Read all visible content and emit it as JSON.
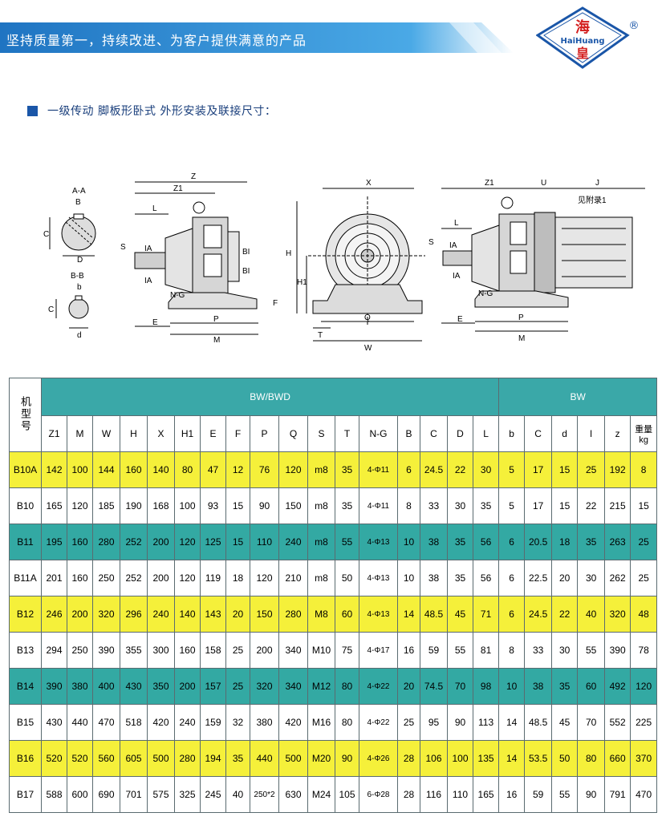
{
  "header": {
    "slogan": "坚持质量第一，持续改进、为客户提供满意的产品",
    "logo": {
      "top": "海",
      "middle": "HaiHuang",
      "bottom": "皇",
      "mark": "®"
    },
    "colors": {
      "banner": "#2f8fd6",
      "accent": "#1a56a8"
    }
  },
  "section": {
    "title": "一级传动 脚板形卧式 外形安装及联接尺寸："
  },
  "drawings": {
    "view1_labels": [
      "A-A",
      "B",
      "C",
      "D",
      "B-B",
      "b",
      "C",
      "d"
    ],
    "view2_labels": [
      "Z",
      "Z1",
      "L",
      "S",
      "IA",
      "IA",
      "BI",
      "BI",
      "N-G",
      "E",
      "P",
      "M",
      "F"
    ],
    "view3_labels": [
      "X",
      "H",
      "H1",
      "T",
      "Q",
      "W"
    ],
    "view4_labels": [
      "Z1",
      "U",
      "J",
      "见附录1",
      "L",
      "S",
      "IA",
      "IA",
      "N-G",
      "E",
      "P",
      "M"
    ]
  },
  "table": {
    "machine_header": "机型号",
    "group_bw_bwd": "BW/BWD",
    "group_bw": "BW",
    "columns": [
      "Z1",
      "M",
      "W",
      "H",
      "X",
      "H1",
      "E",
      "F",
      "P",
      "Q",
      "S",
      "T",
      "N-G",
      "B",
      "C",
      "D",
      "L",
      "b",
      "C",
      "d",
      "l",
      "z",
      "重量kg"
    ],
    "rows": [
      {
        "model": "B10A",
        "style": "yellow",
        "cells": [
          "142",
          "100",
          "144",
          "160",
          "140",
          "80",
          "47",
          "12",
          "76",
          "120",
          "m8",
          "35",
          "4-Φ11",
          "6",
          "24.5",
          "22",
          "30",
          "5",
          "17",
          "15",
          "25",
          "192",
          "8"
        ]
      },
      {
        "model": "B10",
        "style": "white",
        "cells": [
          "165",
          "120",
          "185",
          "190",
          "168",
          "100",
          "93",
          "15",
          "90",
          "150",
          "m8",
          "35",
          "4-Φ11",
          "8",
          "33",
          "30",
          "35",
          "5",
          "17",
          "15",
          "22",
          "215",
          "15"
        ]
      },
      {
        "model": "B11",
        "style": "teal",
        "cells": [
          "195",
          "160",
          "280",
          "252",
          "200",
          "120",
          "125",
          "15",
          "110",
          "240",
          "m8",
          "55",
          "4-Φ13",
          "10",
          "38",
          "35",
          "56",
          "6",
          "20.5",
          "18",
          "35",
          "263",
          "25"
        ]
      },
      {
        "model": "B11A",
        "style": "white",
        "cells": [
          "201",
          "160",
          "250",
          "252",
          "200",
          "120",
          "119",
          "18",
          "120",
          "210",
          "m8",
          "50",
          "4-Φ13",
          "10",
          "38",
          "35",
          "56",
          "6",
          "22.5",
          "20",
          "30",
          "262",
          "25"
        ]
      },
      {
        "model": "B12",
        "style": "yellow",
        "cells": [
          "246",
          "200",
          "320",
          "296",
          "240",
          "140",
          "143",
          "20",
          "150",
          "280",
          "M8",
          "60",
          "4-Φ13",
          "14",
          "48.5",
          "45",
          "71",
          "6",
          "24.5",
          "22",
          "40",
          "320",
          "48"
        ]
      },
      {
        "model": "B13",
        "style": "white",
        "cells": [
          "294",
          "250",
          "390",
          "355",
          "300",
          "160",
          "158",
          "25",
          "200",
          "340",
          "M10",
          "75",
          "4-Φ17",
          "16",
          "59",
          "55",
          "81",
          "8",
          "33",
          "30",
          "55",
          "390",
          "78"
        ]
      },
      {
        "model": "B14",
        "style": "teal",
        "cells": [
          "390",
          "380",
          "400",
          "430",
          "350",
          "200",
          "157",
          "25",
          "320",
          "340",
          "M12",
          "80",
          "4-Φ22",
          "20",
          "74.5",
          "70",
          "98",
          "10",
          "38",
          "35",
          "60",
          "492",
          "120"
        ]
      },
      {
        "model": "B15",
        "style": "white",
        "cells": [
          "430",
          "440",
          "470",
          "518",
          "420",
          "240",
          "159",
          "32",
          "380",
          "420",
          "M16",
          "80",
          "4-Φ22",
          "25",
          "95",
          "90",
          "113",
          "14",
          "48.5",
          "45",
          "70",
          "552",
          "225"
        ]
      },
      {
        "model": "B16",
        "style": "yellow",
        "cells": [
          "520",
          "520",
          "560",
          "605",
          "500",
          "280",
          "194",
          "35",
          "440",
          "500",
          "M20",
          "90",
          "4-Φ26",
          "28",
          "106",
          "100",
          "135",
          "14",
          "53.5",
          "50",
          "80",
          "660",
          "370"
        ]
      },
      {
        "model": "B17",
        "style": "white",
        "cells": [
          "588",
          "600",
          "690",
          "701",
          "575",
          "325",
          "245",
          "40",
          "250*2",
          "630",
          "M24",
          "105",
          "6-Φ28",
          "28",
          "116",
          "110",
          "165",
          "16",
          "59",
          "55",
          "90",
          "791",
          "470"
        ]
      }
    ]
  }
}
